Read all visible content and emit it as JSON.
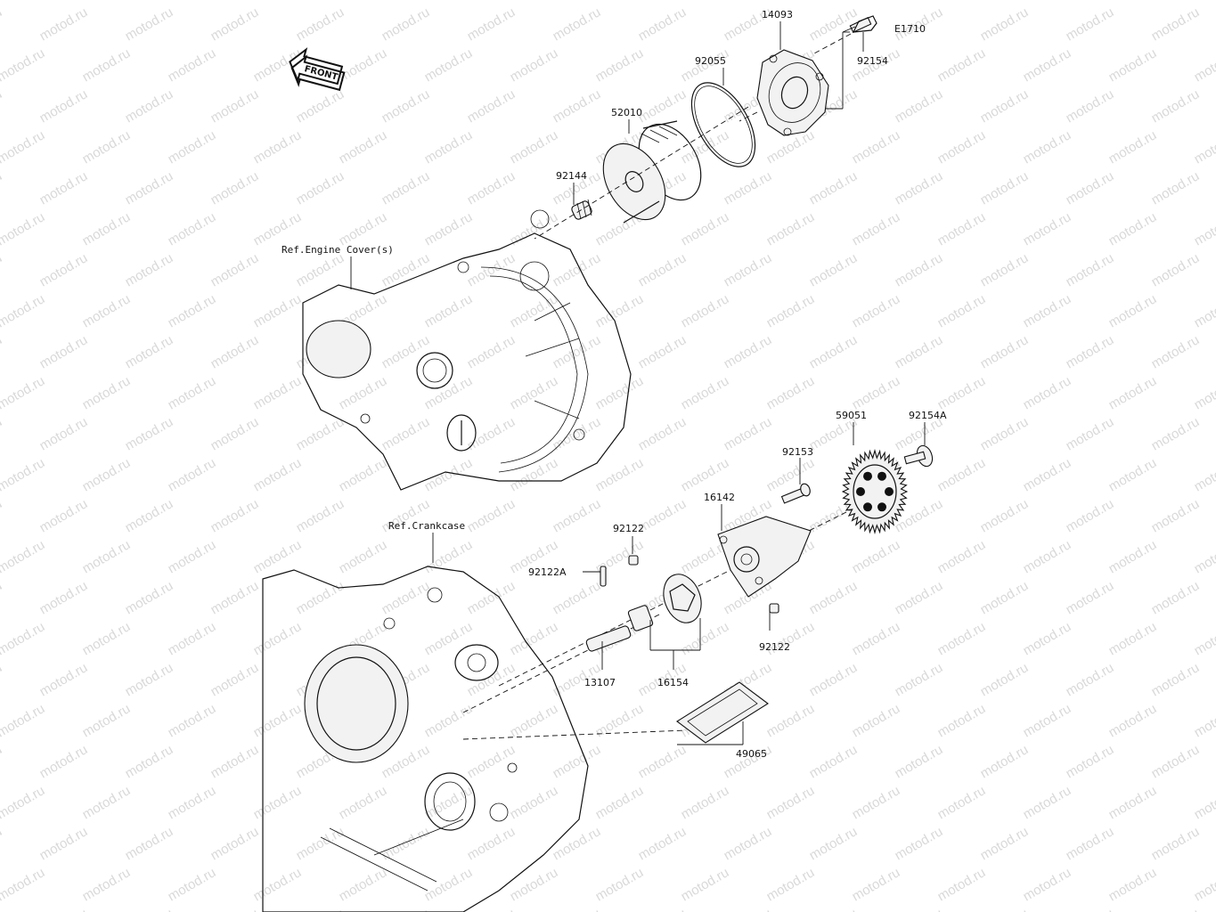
{
  "watermark": "motod.ru",
  "front_label": "FRONT",
  "references": {
    "engine_cover": "Ref.Engine Cover(s)",
    "crankcase": "Ref.Crankcase"
  },
  "parts": {
    "p14093": "14093",
    "e1710": "E1710",
    "p92154": "92154",
    "p92055": "92055",
    "p52010": "52010",
    "p92144": "92144",
    "p59051": "59051",
    "p92154a": "92154A",
    "p92153": "92153",
    "p16142": "16142",
    "p92122_top": "92122",
    "p92122a": "92122A",
    "p92122_bottom": "92122",
    "p13107": "13107",
    "p16154": "16154",
    "p49065": "49065"
  }
}
